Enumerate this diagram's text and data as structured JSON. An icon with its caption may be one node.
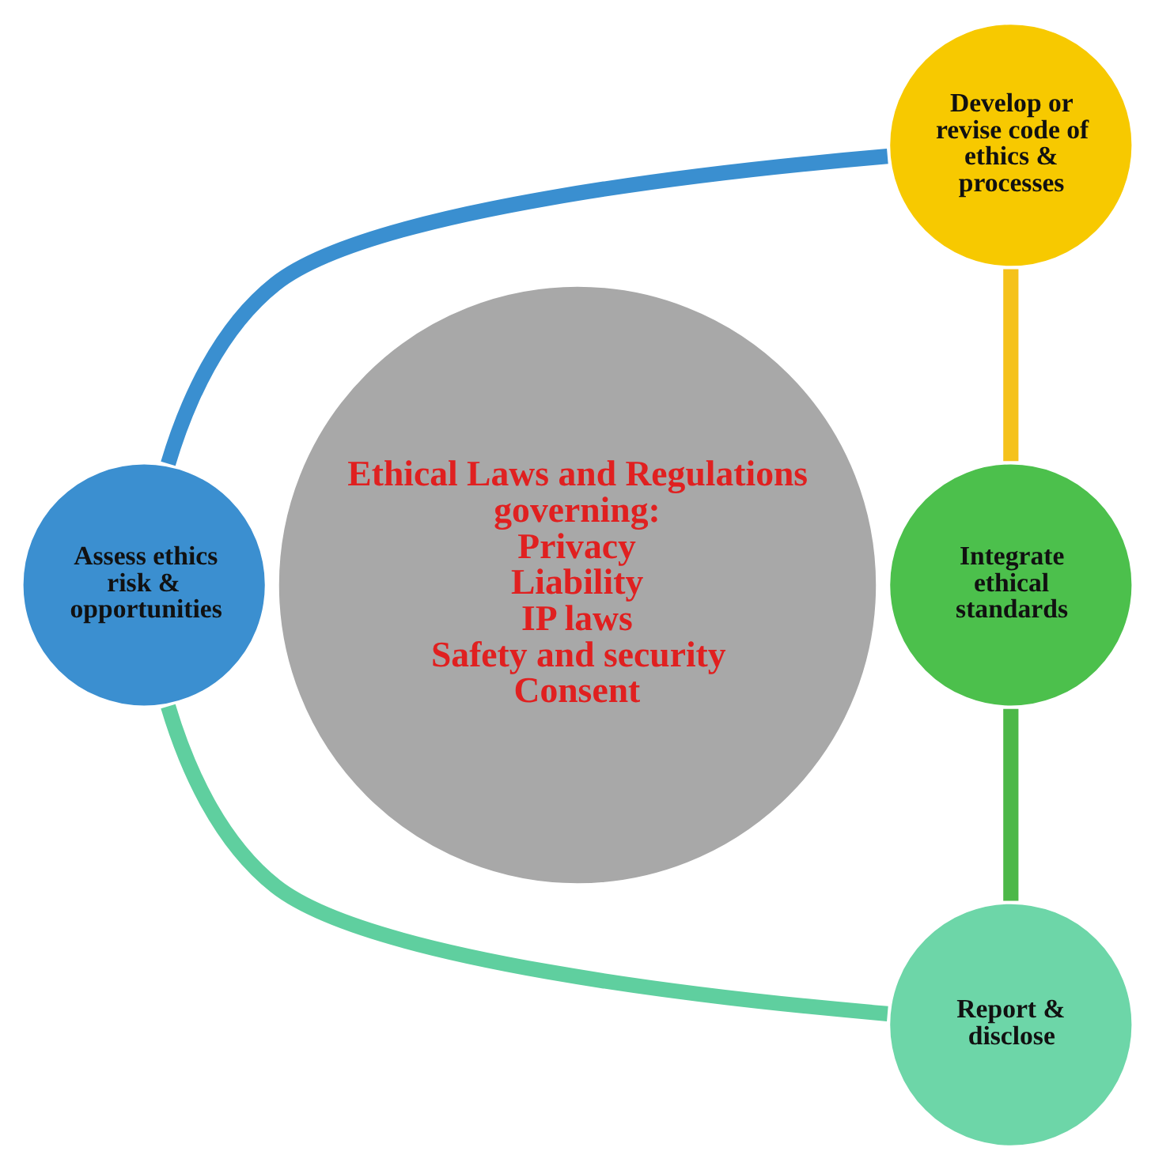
{
  "diagram": {
    "nodes": [
      {
        "text": [
          "Develop or revise code of ethics & processes"
        ]
      },
      {
        "text": [
          "Ethical Laws and Regulations governing:",
          "Privacy",
          "Liability",
          "IP laws",
          "Safety and security",
          "Consent"
        ]
      },
      {
        "text": [
          "Assess ethics risk & opportunities"
        ]
      },
      {
        "text": [
          "Integrate ethical standards"
        ]
      },
      {
        "text": [
          "Report & disclose"
        ]
      }
    ],
    "edges": [
      {
        "from": 0,
        "to": 3,
        "arrow": "none",
        "color": "#f5c21b"
      },
      {
        "from": 3,
        "to": 4,
        "arrow": "none",
        "color": "#4cb848"
      },
      {
        "from": 4,
        "to": 2,
        "arrow": "none",
        "color": "#5fcf9f"
      },
      {
        "from": 2,
        "to": 0,
        "arrow": "none",
        "color": "#3a8fd0"
      }
    ]
  }
}
